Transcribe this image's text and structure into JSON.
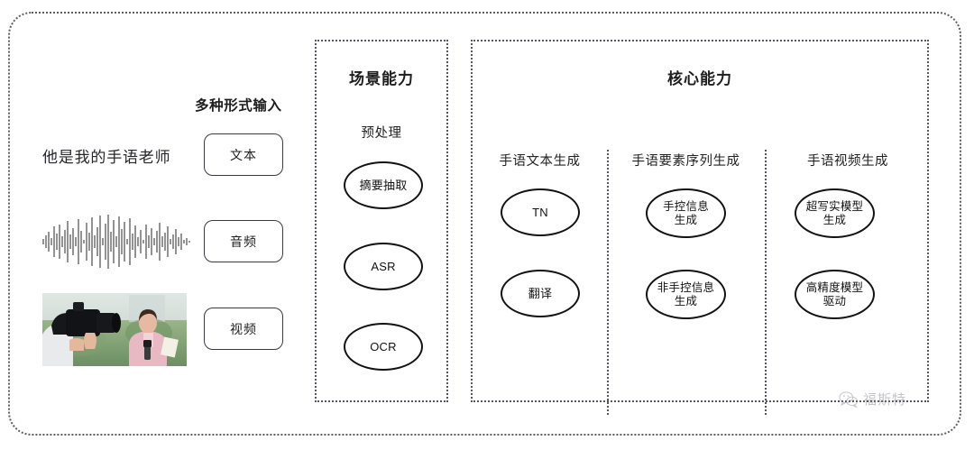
{
  "diagram": {
    "background": "#ffffff",
    "border_color": "#55555f",
    "node_color": "#121212"
  },
  "input_section": {
    "heading": "多种形式输入",
    "sample_text": "他是我的手语老师",
    "waveform_label": "audio-waveform",
    "video_label": "video-thumbnail",
    "modalities": [
      {
        "label": "文本",
        "name": "text"
      },
      {
        "label": "音频",
        "name": "audio"
      },
      {
        "label": "视频",
        "name": "video"
      }
    ]
  },
  "scene_panel": {
    "title": "场景能力",
    "group_label": "预处理",
    "nodes": [
      {
        "label": "摘要抽取"
      },
      {
        "label": "ASR"
      },
      {
        "label": "OCR"
      }
    ]
  },
  "core_panel": {
    "title": "核心能力",
    "columns": [
      {
        "label": "手语文本生成",
        "nodes": [
          {
            "label": "TN"
          },
          {
            "label": "翻译"
          }
        ]
      },
      {
        "label": "手语要素序列生成",
        "nodes": [
          {
            "label": "手控信息\n生成"
          },
          {
            "label": "非手控信息\n生成"
          }
        ]
      },
      {
        "label": "手语视频生成",
        "nodes": [
          {
            "label": "超写实模型\n生成"
          },
          {
            "label": "高精度模型\n驱动"
          }
        ]
      }
    ]
  },
  "watermark": {
    "text": "福斯特",
    "icon": "wechat-icon"
  }
}
